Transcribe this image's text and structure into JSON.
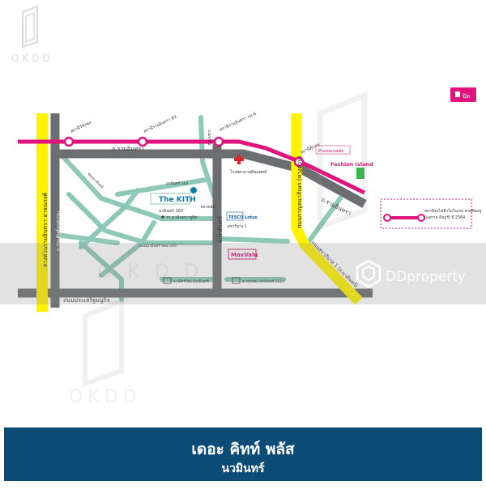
{
  "watermark": {
    "okdd": "OKDD",
    "property_brand": "DDproperty"
  },
  "map": {
    "top_button": "ปิด",
    "roads": {
      "ram_inthra": "ถ.รามอินทรา",
      "ram_inthra_right": "ถ.รามอินทรา",
      "nawamin_vertical": "ถ.นวมินทร์",
      "khubon": "ถ.นักเรียน",
      "prasert_manukit": "ถนนประเสริฐมนูกิจ",
      "kaset_nawamin_expressway": "ทางด่วนรามอินทรา-อาจณรงค์",
      "pradit_manutham": "ถ.ประดิษฐ์มนูธรรม",
      "sukhaphiban1": "ถนนสุขาภิบาล 1 (ถ.นวมินทร์)",
      "kanchanaphisek": "ถนนกาญจนาภิเษก (ทางด่วน)",
      "soi_nawamin163": "นวมินทร์ 163",
      "soi_nawamin_lower": "ถนนนวมินทร์ ซอย 330",
      "diagonal_soi": "ซอยนวมินทร์"
    },
    "stations": {
      "s1": "สถานีวัชรพล",
      "s2": "สถานีรามอินทรา 83",
      "s3": "สถานีรามอินทรา กม.6",
      "s4": "สถานีคู้บอน"
    },
    "places": {
      "project": "The KITH",
      "project_sub": "นวมินทร์ 163",
      "school": "รร.นวมินทราชูทิศ",
      "hospital": "โรงพยาบาลสินแพทย์",
      "tesco": "TESCO Lotus",
      "tesco_sub": "สุขาภิบาล 1",
      "fashion": "Fashion Island",
      "promenade": "Promenade",
      "maxvalu": "MaxValu",
      "bank1": "ธ.กสิกรไทย (นวมินทร์)",
      "bank2": "ธ.กรุงเทพ (นวมินทร์ 111)",
      "market": "ตลาดนัด"
    },
    "legend": {
      "text": "สถานีรถไฟฟ้าโมโนเรล สายสีชมพู",
      "text2": "(แคราย-มีนบุรี) ปี 2564"
    }
  },
  "banner": {
    "title": "เดอะ คิทท์ พลัส",
    "subtitle": "นวมินทร์"
  },
  "colors": {
    "pink_line": "#e0137f",
    "gray_road": "#6d6e71",
    "teal_soi": "#8ec8b7",
    "yellow_expressway": "#fff200",
    "banner": "#0d4c77"
  }
}
